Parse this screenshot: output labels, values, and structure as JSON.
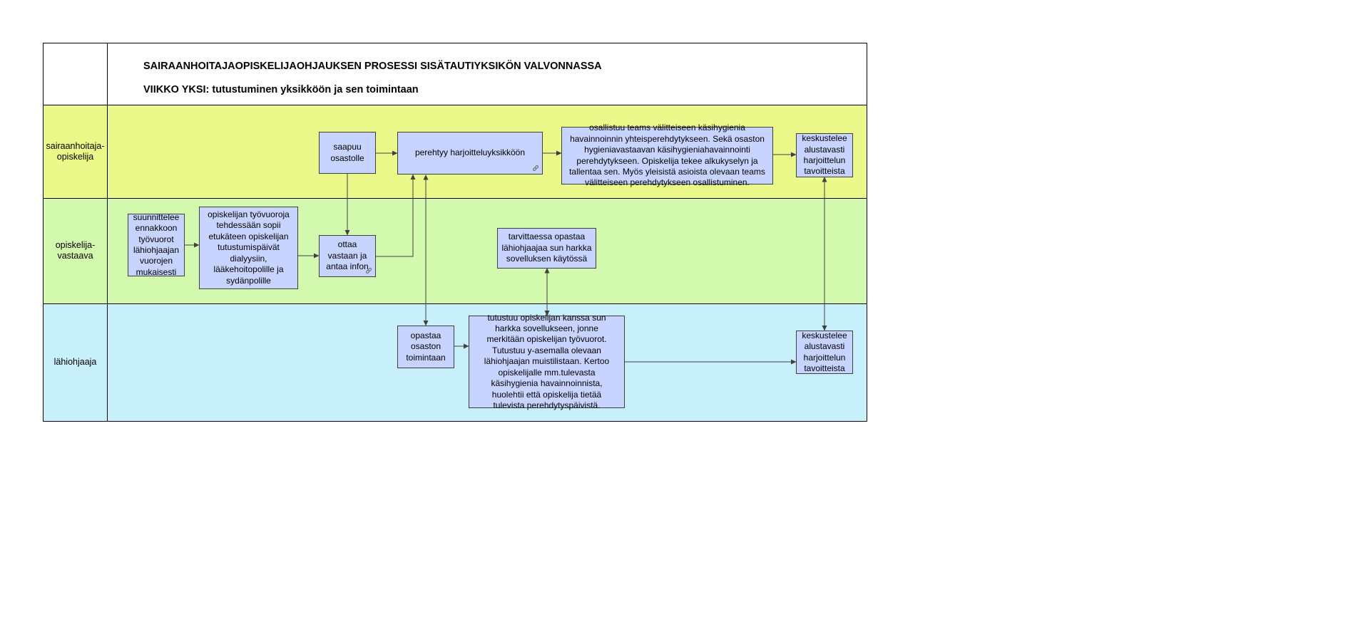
{
  "header": {
    "title": "SAIRAANHOITAJAOPISKELIJAOHJAUKSEN PROSESSI SISÄTAUTIYKSIKÖN VALVONNASSA",
    "subtitle": "VIIKKO YKSI: tutustuminen yksikköön ja sen toimintaan"
  },
  "lanes": [
    {
      "id": "student",
      "label": "sairaanhoitaja-\nopiskelija",
      "color": "#ebf98a"
    },
    {
      "id": "coordinator",
      "label": "opiskelija-\nvastaava",
      "color": "#d3f9af"
    },
    {
      "id": "mentor",
      "label": "lähiohjaaja",
      "color": "#c7f0fa"
    }
  ],
  "boxes": {
    "plan_shifts": "suunnittelee ennakkoon työvuorot lähiohjaajan vuorojen mukaisesti",
    "agree_days": "opiskelijan työvuoroja tehdessään sopii etukäteen opiskelijan tutustumispäivät dialyysiin, lääkehoitopolille ja sydänpolille",
    "receive_info": "ottaa vastaan ja antaa infon",
    "arrives": "saapuu osastolle",
    "orientation": "perehtyy harjoitteluyksikköön",
    "hygiene": "osallistuu teams välitteiseen käsihygienia havainnoinnin yhteisperehdytykseen. Sekä osaston hygieniavastaavan käsihygieniahavainnointi perehdytykseen.  Opiskelija tekee alkukyselyn ja tallentaa sen. Myös yleisistä asioista olevaan teams välitteiseen perehdytykseen osallistuminen.",
    "discuss_student": "keskustelee alustavasti harjoittelun tavoitteista",
    "guide_app": "tarvittaessa opastaa lähiohjaajaa sun harkka sovelluksen käytössä",
    "guide_ward": "opastaa osaston toimintaan",
    "app_intro": "tutustuu opiskelijan kanssa sun harkka sovellukseen, jonne merkitään opiskelijan työvuorot. Tutustuu y-asemalla olevaan lähiohjaajan muistilistaan. Kertoo opiskelijalle mm.tulevasta käsihygienia havainnoinnista, huolehtii että opiskelija tietää tulevista perehdytyspäivistä.",
    "discuss_mentor": "keskustelee alustavasti harjoittelun tavoitteista"
  },
  "colors": {
    "box_fill": "#c6d4ff",
    "box_border": "#3f3f3f",
    "arrow": "#404040"
  }
}
